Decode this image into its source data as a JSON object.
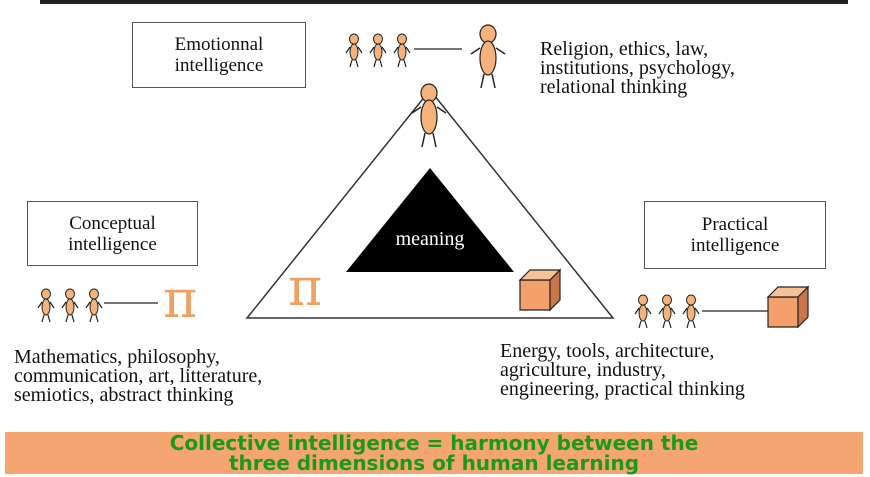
{
  "boxes": {
    "emotional": [
      "Emotionnal",
      "intelligence"
    ],
    "conceptual": [
      "Conceptual",
      "intelligence"
    ],
    "practical": [
      "Practical",
      "intelligence"
    ]
  },
  "descriptions": {
    "emotional": [
      "Religion, ethics, law,",
      "institutions, psychology,",
      "relational thinking"
    ],
    "conceptual": [
      "Mathematics, philosophy,",
      "communication, art, litterature,",
      "semiotics, abstract thinking"
    ],
    "practical": [
      "Energy, tools, architecture,",
      "agriculture, industry,",
      "engineering, practical thinking"
    ]
  },
  "center_label": "meaning",
  "pi_symbol": "π",
  "banner": [
    "Collective intelligence = harmony between the",
    "three dimensions of human learning"
  ],
  "colors": {
    "banner_bg": "#f4a570",
    "banner_text": "#1a9a1a",
    "figure": "#f5b27a",
    "cube": "#f4a06a",
    "pi": "#f0a060"
  },
  "icons": [
    "person-icon",
    "group-icon",
    "cube-icon",
    "pi-icon"
  ]
}
